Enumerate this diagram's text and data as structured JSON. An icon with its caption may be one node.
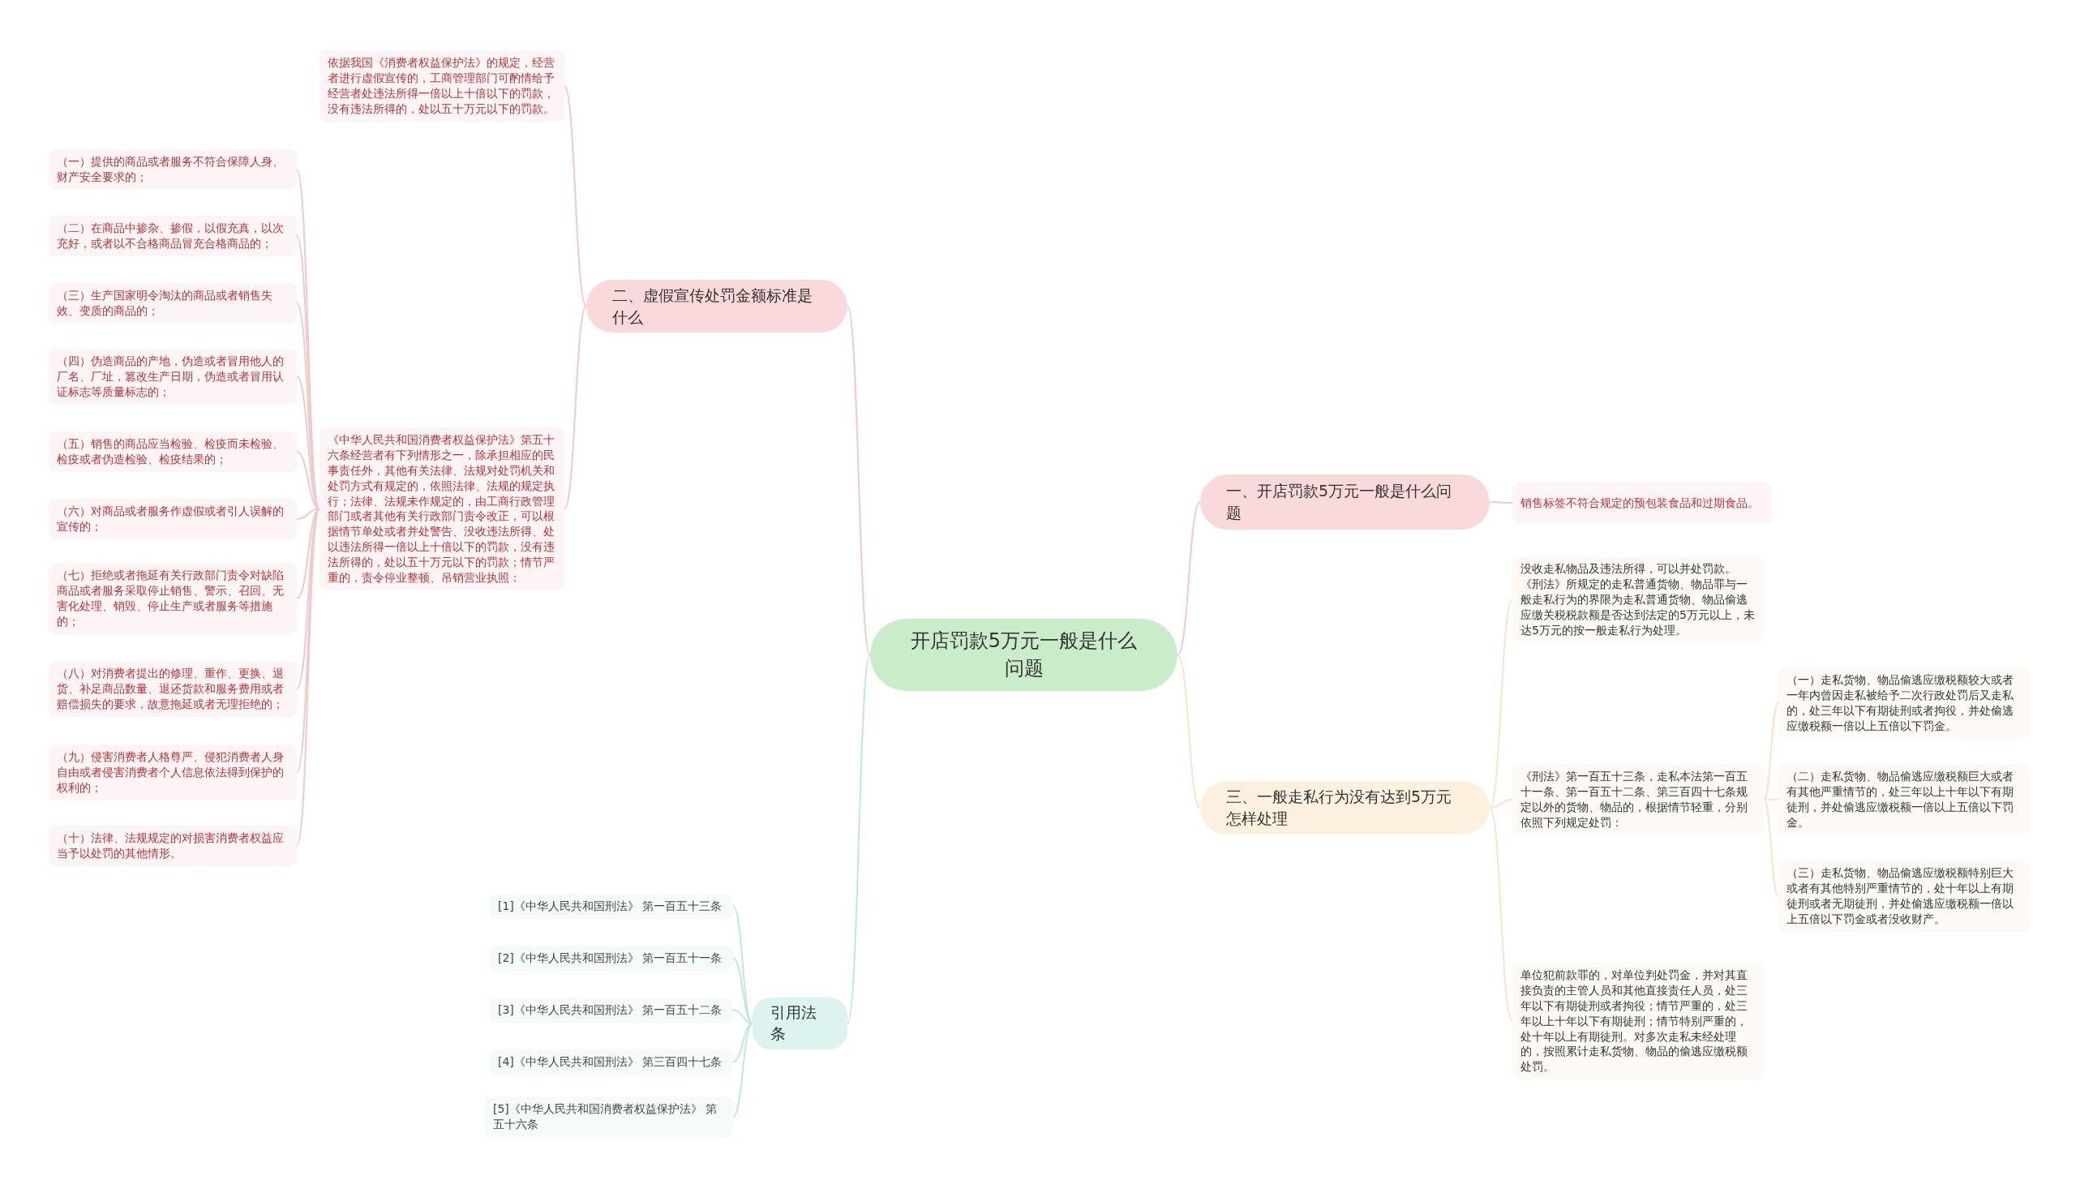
{
  "diagram": {
    "nodes": [
      {
        "text": [
          "开店罚款5万元一般是什么问题"
        ]
      },
      {
        "text": [
          "一、开店罚款5万元一般是什么问题"
        ]
      },
      {
        "text": [
          "销售标签不符合规定的预包装食品和过期食品。"
        ]
      },
      {
        "text": [
          "二、虚假宣传处罚金额标准是什么"
        ]
      },
      {
        "text": [
          "依据我国《消费者权益保护法》的规定，经营者进行虚假宣传的，工商管理部门可酌情给予经营者处违法所得一倍以上十倍以下的罚款，没有违法所得的，处以五十万元以下的罚款。"
        ]
      },
      {
        "text": [
          "《中华人民共和国消费者权益保护法》第五十六条经营者有下列情形之一，除承担相应的民事责任外，其他有关法律、法规对处罚机关和处罚方式有规定的，依照法律、法规的规定执行；法律、法规未作规定的，由工商行政管理部门或者其他有关行政部门责令改正，可以根据情节单处或者并处警告、没收违法所得、处以违法所得一倍以上十倍以下的罚款，没有违法所得的，处以五十万元以下的罚款；情节严重的，责令停业整顿、吊销营业执照："
        ]
      },
      {
        "text": [
          "（一）提供的商品或者服务不符合保障人身、财产安全要求的；"
        ]
      },
      {
        "text": [
          "（二）在商品中掺杂、掺假，以假充真，以次充好，或者以不合格商品冒充合格商品的；"
        ]
      },
      {
        "text": [
          "（三）生产国家明令淘汰的商品或者销售失效、变质的商品的；"
        ]
      },
      {
        "text": [
          "（四）伪造商品的产地，伪造或者冒用他人的厂名、厂址，篡改生产日期，伪造或者冒用认证标志等质量标志的；"
        ]
      },
      {
        "text": [
          "（五）销售的商品应当检验、检疫而未检验、检疫或者伪造检验、检疫结果的；"
        ]
      },
      {
        "text": [
          "（六）对商品或者服务作虚假或者引人误解的宣传的；"
        ]
      },
      {
        "text": [
          "（七）拒绝或者拖延有关行政部门责令对缺陷商品或者服务采取停止销售、警示、召回、无害化处理、销毁、停止生产或者服务等措施的；"
        ]
      },
      {
        "text": [
          "（八）对消费者提出的修理、重作、更换、退货、补足商品数量、退还货款和服务费用或者赔偿损失的要求，故意拖延或者无理拒绝的；"
        ]
      },
      {
        "text": [
          "（九）侵害消费者人格尊严、侵犯消费者人身自由或者侵害消费者个人信息依法得到保护的权利的；"
        ]
      },
      {
        "text": [
          "（十）法律、法规规定的对损害消费者权益应当予以处罚的其他情形。"
        ]
      },
      {
        "text": [
          "三、一般走私行为没有达到5万元怎样处理"
        ]
      },
      {
        "text": [
          "没收走私物品及违法所得，可以并处罚款。《刑法》所规定的走私普通货物、物品罪与一般走私行为的界限为走私普通货物、物品偷逃应缴关税税款额是否达到法定的5万元以上，未达5万元的按一般走私行为处理。"
        ]
      },
      {
        "text": [
          "《刑法》第一百五十三条，走私本法第一百五十一条、第一百五十二条、第三百四十七条规定以外的货物、物品的，根据情节轻重，分别依照下列规定处罚："
        ]
      },
      {
        "text": [
          "（一）走私货物、物品偷逃应缴税额较大或者一年内曾因走私被给予二次行政处罚后又走私的，处三年以下有期徒刑或者拘役，并处偷逃应缴税额一倍以上五倍以下罚金。"
        ]
      },
      {
        "text": [
          "（二）走私货物、物品偷逃应缴税额巨大或者有其他严重情节的，处三年以上十年以下有期徒刑，并处偷逃应缴税额一倍以上五倍以下罚金。"
        ]
      },
      {
        "text": [
          "（三）走私货物、物品偷逃应缴税额特别巨大或者有其他特别严重情节的，处十年以上有期徒刑或者无期徒刑，并处偷逃应缴税额一倍以上五倍以下罚金或者没收财产。"
        ]
      },
      {
        "text": [
          "单位犯前款罪的，对单位判处罚金，并对其直接负责的主管人员和其他直接责任人员，处三年以下有期徒刑或者拘役；情节严重的，处三年以上十年以下有期徒刑；情节特别严重的，处十年以上有期徒刑。对多次走私未经处理的，按照累计走私货物、物品的偷逃应缴税额处罚。"
        ]
      },
      {
        "text": [
          "引用法条"
        ]
      },
      {
        "text": [
          "[1]《中华人民共和国刑法》 第一百五十三条"
        ]
      },
      {
        "text": [
          "[2]《中华人民共和国刑法》 第一百五十一条"
        ]
      },
      {
        "text": [
          "[3]《中华人民共和国刑法》 第一百五十二条"
        ]
      },
      {
        "text": [
          "[4]《中华人民共和国刑法》 第三百四十七条"
        ]
      },
      {
        "text": [
          "[5]《中华人民共和国消费者权益保护法》 第五十六条"
        ]
      }
    ],
    "edges": [
      {
        "from": 0,
        "to": 1,
        "arrow": "none"
      },
      {
        "from": 1,
        "to": 2,
        "arrow": "none"
      },
      {
        "from": 0,
        "to": 3,
        "arrow": "none"
      },
      {
        "from": 3,
        "to": 4,
        "arrow": "none"
      },
      {
        "from": 3,
        "to": 5,
        "arrow": "none"
      },
      {
        "from": 5,
        "to": 6,
        "arrow": "none"
      },
      {
        "from": 5,
        "to": 7,
        "arrow": "none"
      },
      {
        "from": 5,
        "to": 8,
        "arrow": "none"
      },
      {
        "from": 5,
        "to": 9,
        "arrow": "none"
      },
      {
        "from": 5,
        "to": 10,
        "arrow": "none"
      },
      {
        "from": 5,
        "to": 11,
        "arrow": "none"
      },
      {
        "from": 5,
        "to": 12,
        "arrow": "none"
      },
      {
        "from": 5,
        "to": 13,
        "arrow": "none"
      },
      {
        "from": 5,
        "to": 14,
        "arrow": "none"
      },
      {
        "from": 5,
        "to": 15,
        "arrow": "none"
      },
      {
        "from": 0,
        "to": 16,
        "arrow": "none",
        "color": "#f8e3c8"
      },
      {
        "from": 16,
        "to": 17,
        "arrow": "none",
        "color": "#f8e3c8"
      },
      {
        "from": 16,
        "to": 18,
        "arrow": "none",
        "color": "#f8e3c8"
      },
      {
        "from": 18,
        "to": 19,
        "arrow": "none",
        "color": "#f8e3c8"
      },
      {
        "from": 18,
        "to": 20,
        "arrow": "none",
        "color": "#f8e3c8"
      },
      {
        "from": 18,
        "to": 21,
        "arrow": "none",
        "color": "#f8e3c8"
      },
      {
        "from": 16,
        "to": 22,
        "arrow": "none",
        "color": "#f8e3c8"
      },
      {
        "from": 0,
        "to": 23,
        "arrow": "none",
        "color": "#bfe7e1"
      },
      {
        "from": 23,
        "to": 24,
        "arrow": "none",
        "color": "#bfe7e1"
      },
      {
        "from": 23,
        "to": 25,
        "arrow": "none",
        "color": "#bfe7e1"
      },
      {
        "from": 23,
        "to": 26,
        "arrow": "none",
        "color": "#bfe7e1"
      },
      {
        "from": 23,
        "to": 27,
        "arrow": "none",
        "color": "#bfe7e1"
      },
      {
        "from": 23,
        "to": 28,
        "arrow": "none",
        "color": "#bfe7e1"
      }
    ]
  }
}
